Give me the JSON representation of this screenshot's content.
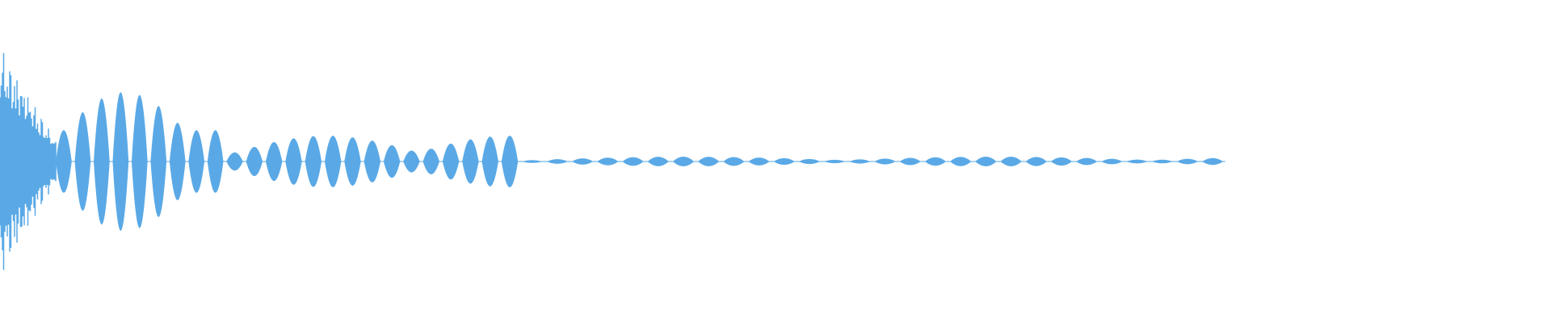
{
  "waveform": {
    "color": "#5aa9e6",
    "baseline_fraction": 0.5,
    "duration_fraction": 0.79,
    "envelope": {
      "attack_peak": 0.72,
      "initial_decay": 0.12,
      "beat_groups": [
        {
          "start": 0.035,
          "end": 0.145,
          "peak": 0.43,
          "count": 9
        },
        {
          "start": 0.145,
          "end": 0.335,
          "peak": 0.16,
          "count": 15
        },
        {
          "start": 0.335,
          "end": 0.79,
          "peak": 0.03,
          "count": 28
        }
      ]
    }
  }
}
